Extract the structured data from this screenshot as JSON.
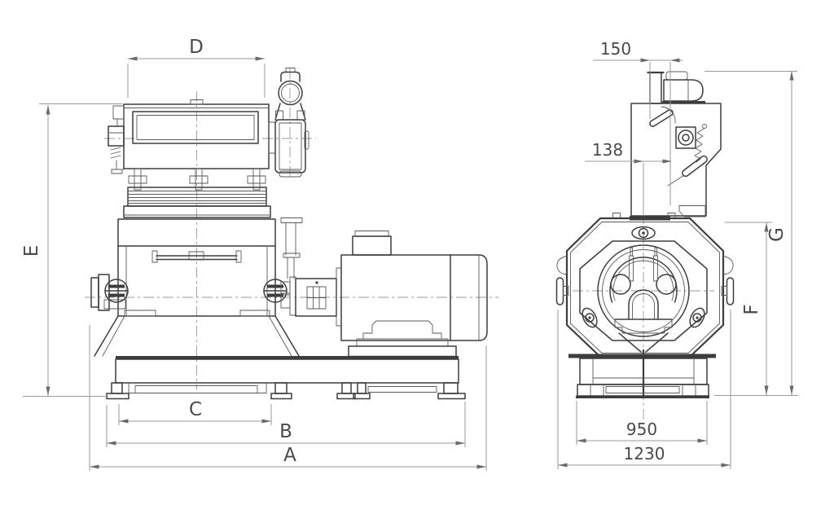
{
  "colors": {
    "background": "#ffffff",
    "line": "#3d3d3d",
    "dim_line": "#9a9a9a",
    "text": "#4a4a4a"
  },
  "side_view": {
    "dim_a": "A",
    "dim_b": "B",
    "dim_c": "C",
    "dim_d": "D",
    "dim_e": "E"
  },
  "front_view": {
    "dim_f": "F",
    "dim_g": "G",
    "dim_150": "150",
    "dim_138": "138",
    "dim_950": "950",
    "dim_1230": "1230"
  }
}
